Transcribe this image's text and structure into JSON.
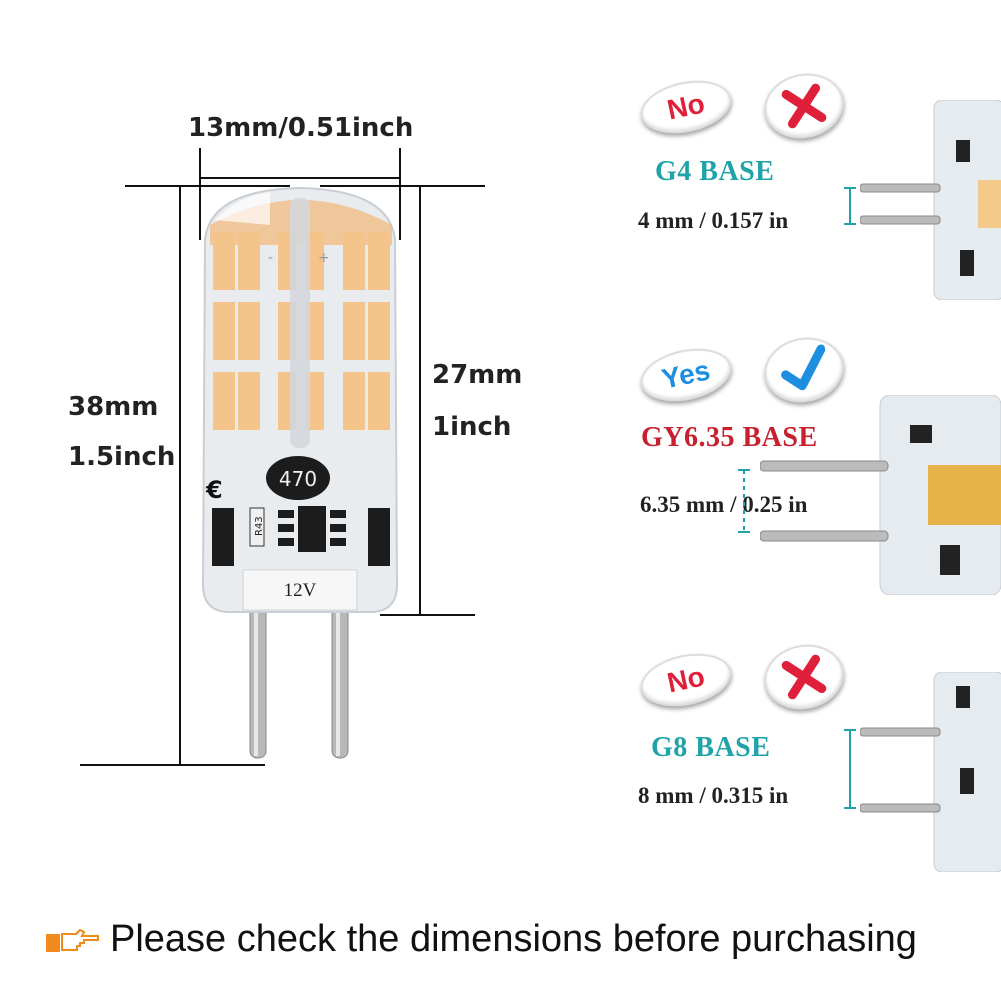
{
  "dimensions": {
    "width_label": "13mm/0.51inch",
    "height_mm": "38mm",
    "height_in": "1.5inch",
    "body_mm": "27mm",
    "body_in": "1inch"
  },
  "bulb": {
    "resistor_label": "470",
    "chip_label": "R43",
    "voltage_label": "12V"
  },
  "bases": [
    {
      "badge": "No",
      "status": "incorrect",
      "title": "G4 BASE",
      "title_color": "#1fa3a8",
      "spec": "4 mm / 0.157 in"
    },
    {
      "badge": "Yes",
      "status": "correct",
      "title": "GY6.35 BASE",
      "title_color": "#c8202e",
      "spec": "6.35 mm / 0.25 in"
    },
    {
      "badge": "No",
      "status": "incorrect",
      "title": "G8 BASE",
      "title_color": "#1fa3a8",
      "spec": "8 mm / 0.315 in"
    }
  ],
  "footer": {
    "icon": "pointing-hand-icon",
    "text": "Please check the dimensions before purchasing"
  },
  "colors": {
    "led": "#f5c48a",
    "no_red": "#e0203a",
    "yes_blue": "#1e8fe0",
    "footer_icon": "#f08a1c"
  }
}
